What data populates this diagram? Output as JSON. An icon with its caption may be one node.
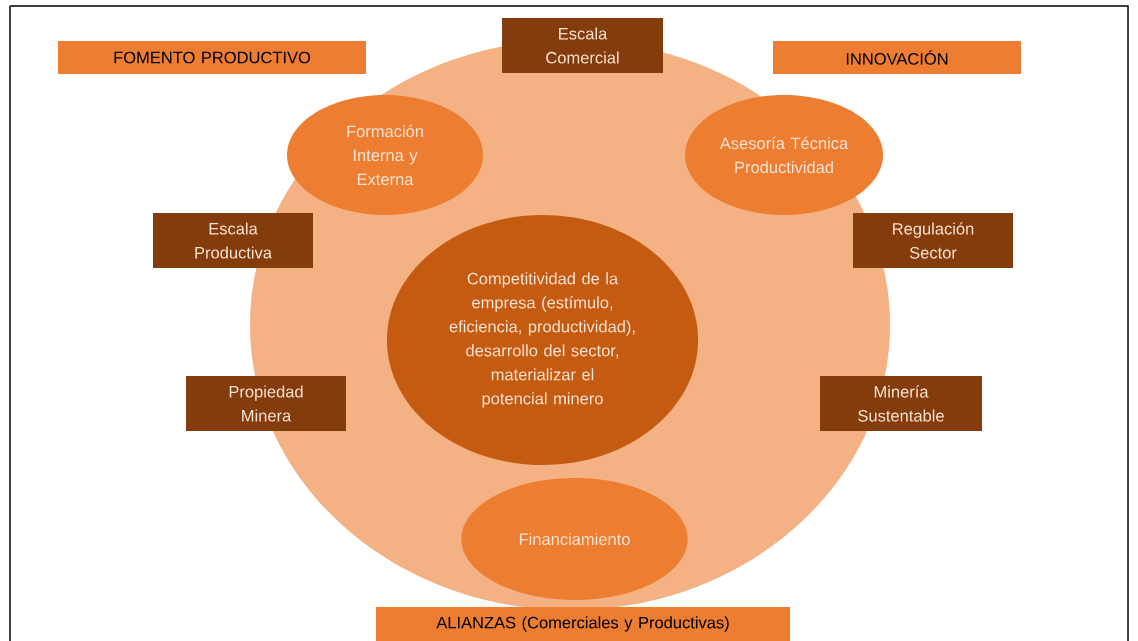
{
  "diagram": {
    "nodes": [
      {
        "text": [
          "FOMENTO PRODUCTIVO"
        ]
      },
      {
        "text": [
          "Escala Comercial"
        ]
      },
      {
        "text": [
          "INNOVACIÓN"
        ]
      },
      {
        "text": [
          "Formación Interna y Externa"
        ]
      },
      {
        "text": [
          "Asesoría Técnica Productividad"
        ]
      },
      {
        "text": [
          "Escala Productiva"
        ]
      },
      {
        "text": [
          "Regulación Sector"
        ]
      },
      {
        "text": [
          "Competitividad de la empresa (estímulo, eficiencia, productividad), desarrollo del sector, materializar el potencial minero"
        ]
      },
      {
        "text": [
          "Propiedad Minera"
        ]
      },
      {
        "text": [
          "Minería Sustentable"
        ]
      },
      {
        "text": [
          "Financiamiento"
        ]
      },
      {
        "text": [
          "ALIANZAS (Comerciales y Productivas)"
        ]
      }
    ]
  }
}
